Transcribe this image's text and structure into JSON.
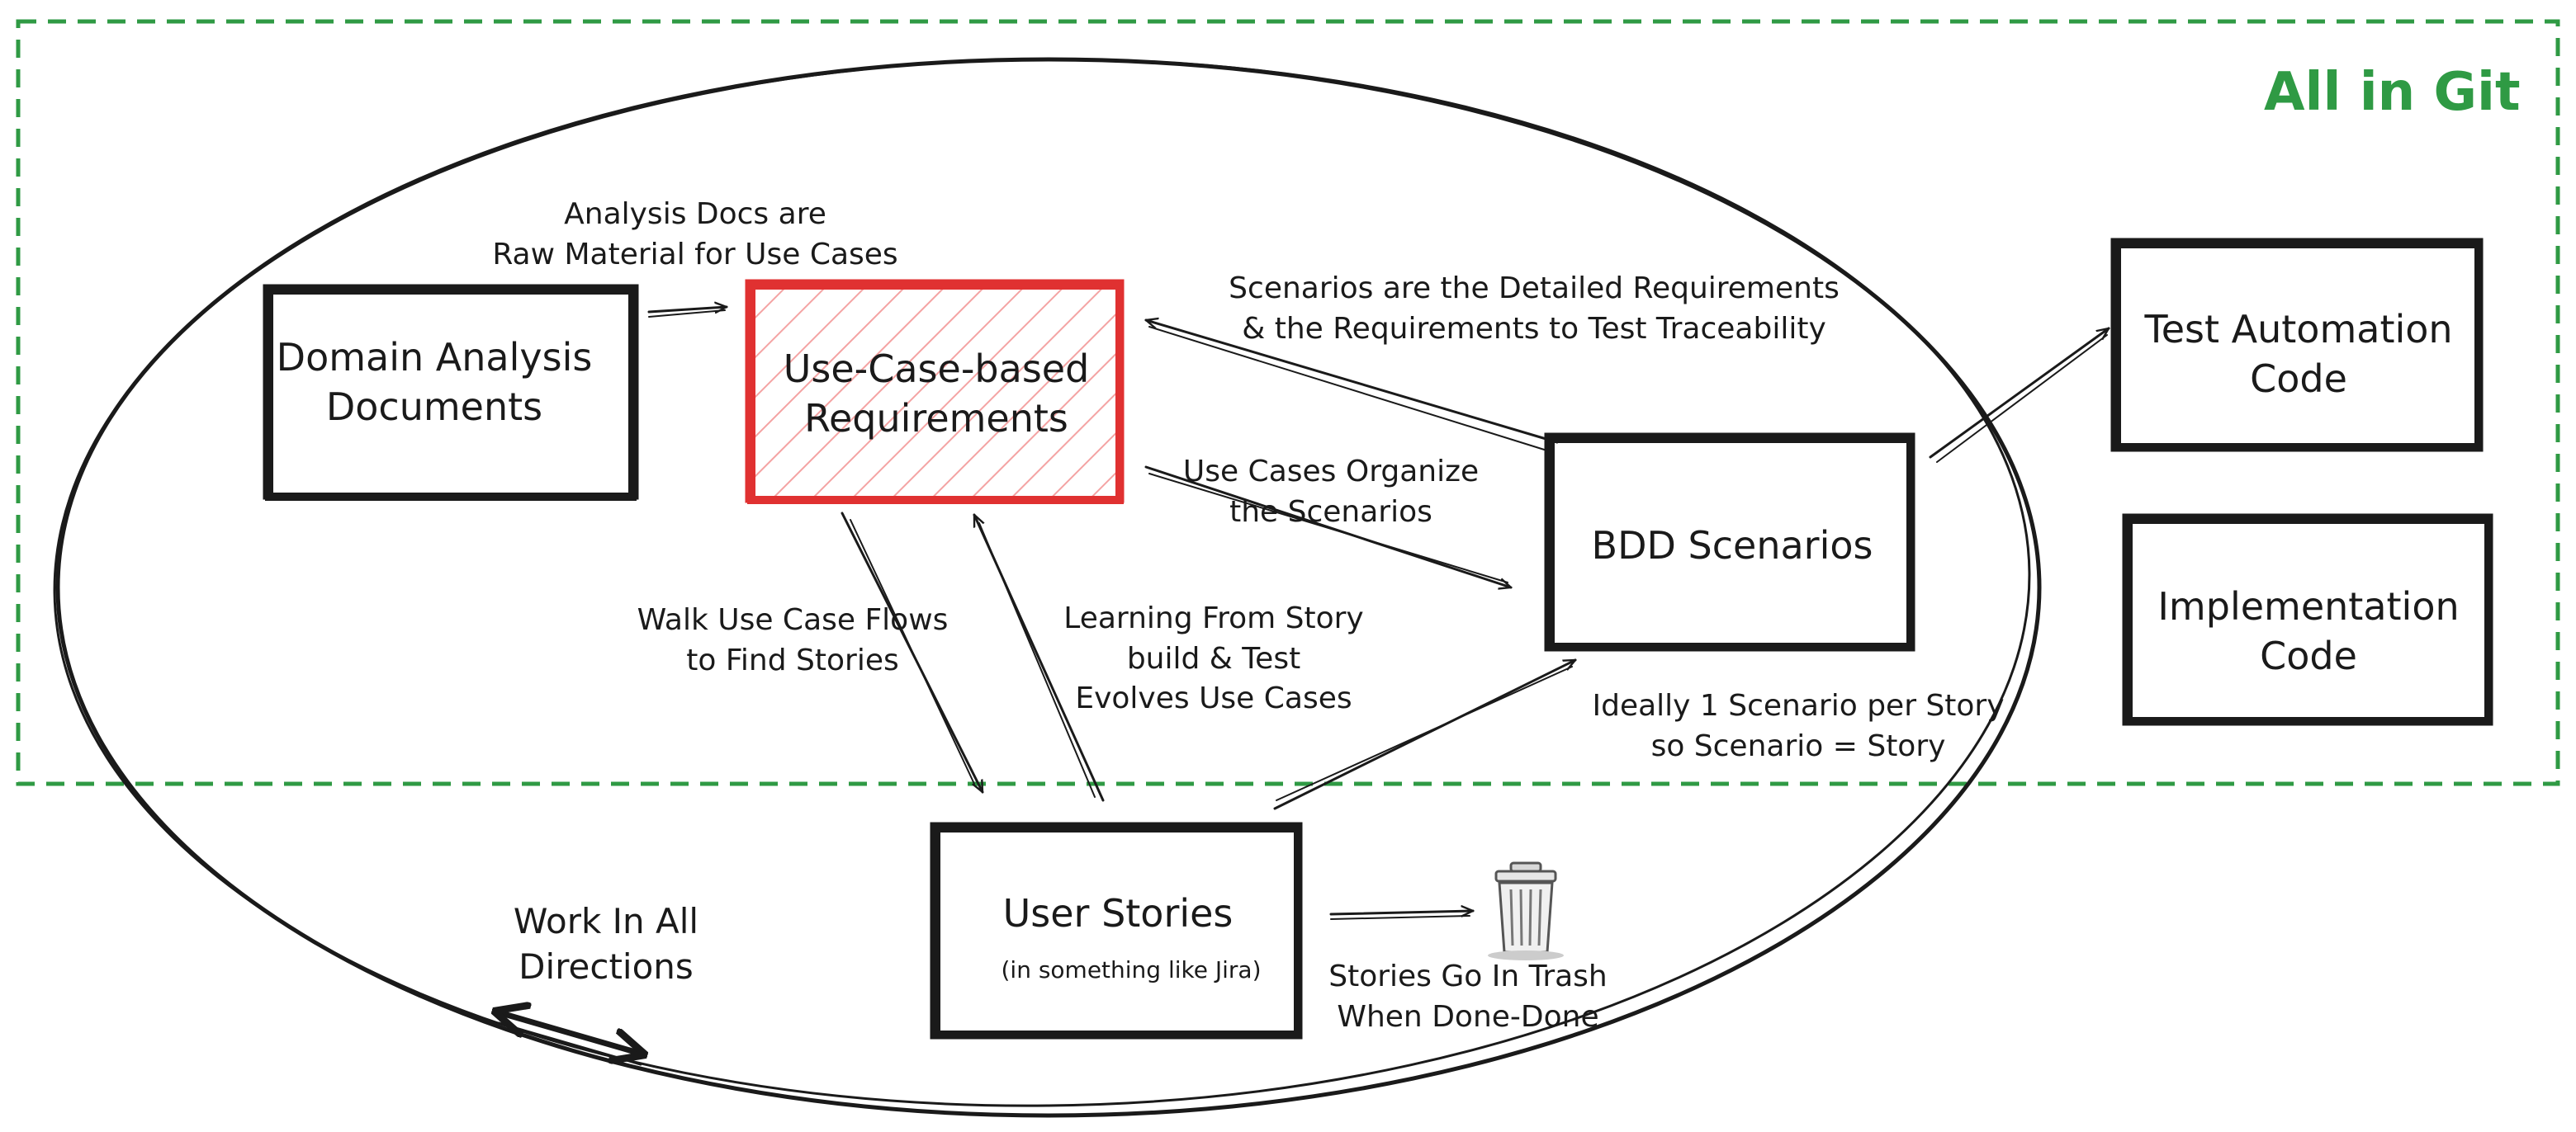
{
  "diagram": {
    "frame": {
      "label": "All in Git",
      "color": "#2f9a44"
    },
    "boxes": {
      "domain_analysis": {
        "line1": "Domain Analysis",
        "line2": "Documents"
      },
      "use_case_requirements": {
        "line1": "Use-Case-based",
        "line2": "Requirements",
        "color": "#e03131"
      },
      "bdd_scenarios": {
        "label": "BDD Scenarios"
      },
      "test_automation": {
        "line1": "Test Automation",
        "line2": "Code"
      },
      "implementation": {
        "line1": "Implementation",
        "line2": "Code"
      },
      "user_stories": {
        "label": "User Stories",
        "sub": "(in something like Jira)"
      }
    },
    "notes": {
      "analysis_docs": {
        "line1": "Analysis Docs are",
        "line2": "Raw Material for Use Cases"
      },
      "scenarios_detail": {
        "line1": "Scenarios are the Detailed Requirements",
        "line2": "& the Requirements to Test Traceability"
      },
      "use_cases_organize": {
        "line1": "Use Cases Organize",
        "line2": "the Scenarios"
      },
      "walk_flows": {
        "line1": "Walk Use Case Flows",
        "line2": "to Find Stories"
      },
      "learning": {
        "line1": "Learning From Story",
        "line2": "build & Test",
        "line3": "Evolves Use Cases"
      },
      "ideally": {
        "line1": "Ideally 1 Scenario per Story",
        "line2": "so Scenario = Story"
      },
      "trash": {
        "line1": "Stories Go In Trash",
        "line2": "When Done-Done"
      },
      "work_all": {
        "line1": "Work In All",
        "line2": "Directions"
      }
    },
    "icons": {
      "trash": "trash-can-icon"
    }
  }
}
